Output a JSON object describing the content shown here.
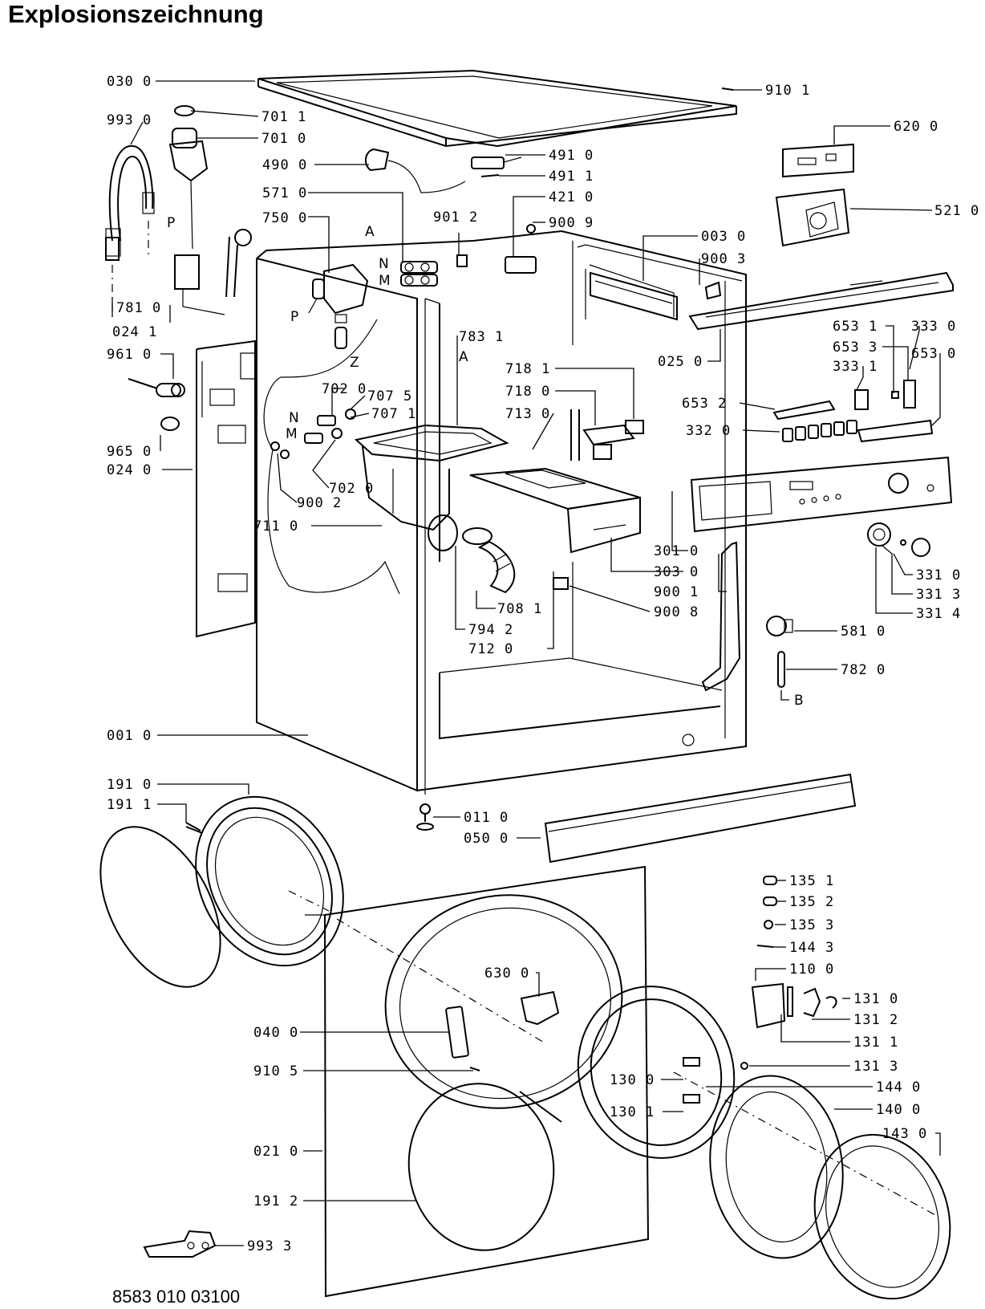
{
  "title": "Explosionszeichnung",
  "footer_code": "8583 010 03100",
  "colors": {
    "ink": "#000000",
    "background": "#ffffff"
  },
  "labels": {
    "l030_0": "030 0",
    "l993_0": "993 0",
    "l701_1": "701 1",
    "l701_0": "701 0",
    "l490_0": "490 0",
    "l491_0": "491 0",
    "l491_1": "491 1",
    "l571_0": "571 0",
    "l421_0": "421 0",
    "l750_0": "750 0",
    "l901_2": "901 2",
    "l900_9": "900 9",
    "l910_1": "910 1",
    "l620_0": "620 0",
    "l521_0": "521 0",
    "l003_0": "003 0",
    "l900_3": "900 3",
    "l781_0": "781 0",
    "l024_1": "024 1",
    "l783_1": "783 1",
    "l961_0": "961 0",
    "l702_0a": "702 0",
    "l707_5": "707 5",
    "l707_1": "707 1",
    "l718_1": "718 1",
    "l718_0": "718 0",
    "l713_0": "713 0",
    "l653_1": "653 1",
    "l333_0": "333 0",
    "l653_3": "653 3",
    "l653_0": "653 0",
    "l333_1": "333 1",
    "l025_0": "025 0",
    "l653_2": "653 2",
    "l332_0": "332 0",
    "l965_0": "965 0",
    "l024_0": "024 0",
    "l702_0b": "702 0",
    "l900_2": "900 2",
    "l711_0": "711 0",
    "l301_0": "301 0",
    "l303_0": "303 0",
    "l900_1": "900 1",
    "l900_8": "900 8",
    "l331_0": "331 0",
    "l331_3": "331 3",
    "l331_4": "331 4",
    "l708_1": "708 1",
    "l794_2": "794 2",
    "l712_0": "712 0",
    "l581_0": "581 0",
    "l782_0": "782 0",
    "l001_0": "001 0",
    "l191_0": "191 0",
    "l191_1": "191 1",
    "l011_0": "011 0",
    "l050_0": "050 0",
    "l135_1": "135 1",
    "l135_2": "135 2",
    "l135_3": "135 3",
    "l144_3": "144 3",
    "l110_0": "110 0",
    "l630_0": "630 0",
    "l131_0": "131 0",
    "l131_2": "131 2",
    "l040_0": "040 0",
    "l131_1": "131 1",
    "l910_5": "910 5",
    "l131_3": "131 3",
    "l130_0": "130 0",
    "l144_0": "144 0",
    "l130_1": "130 1",
    "l140_0": "140 0",
    "l143_0": "143 0",
    "l021_0": "021 0",
    "l191_2": "191 2",
    "l993_3": "993 3"
  },
  "letters": {
    "p1": "P",
    "p2": "P",
    "a1": "A",
    "a2": "A",
    "n1": "N",
    "m1": "M",
    "n2": "N",
    "m2": "M",
    "z": "Z",
    "b": "B"
  }
}
